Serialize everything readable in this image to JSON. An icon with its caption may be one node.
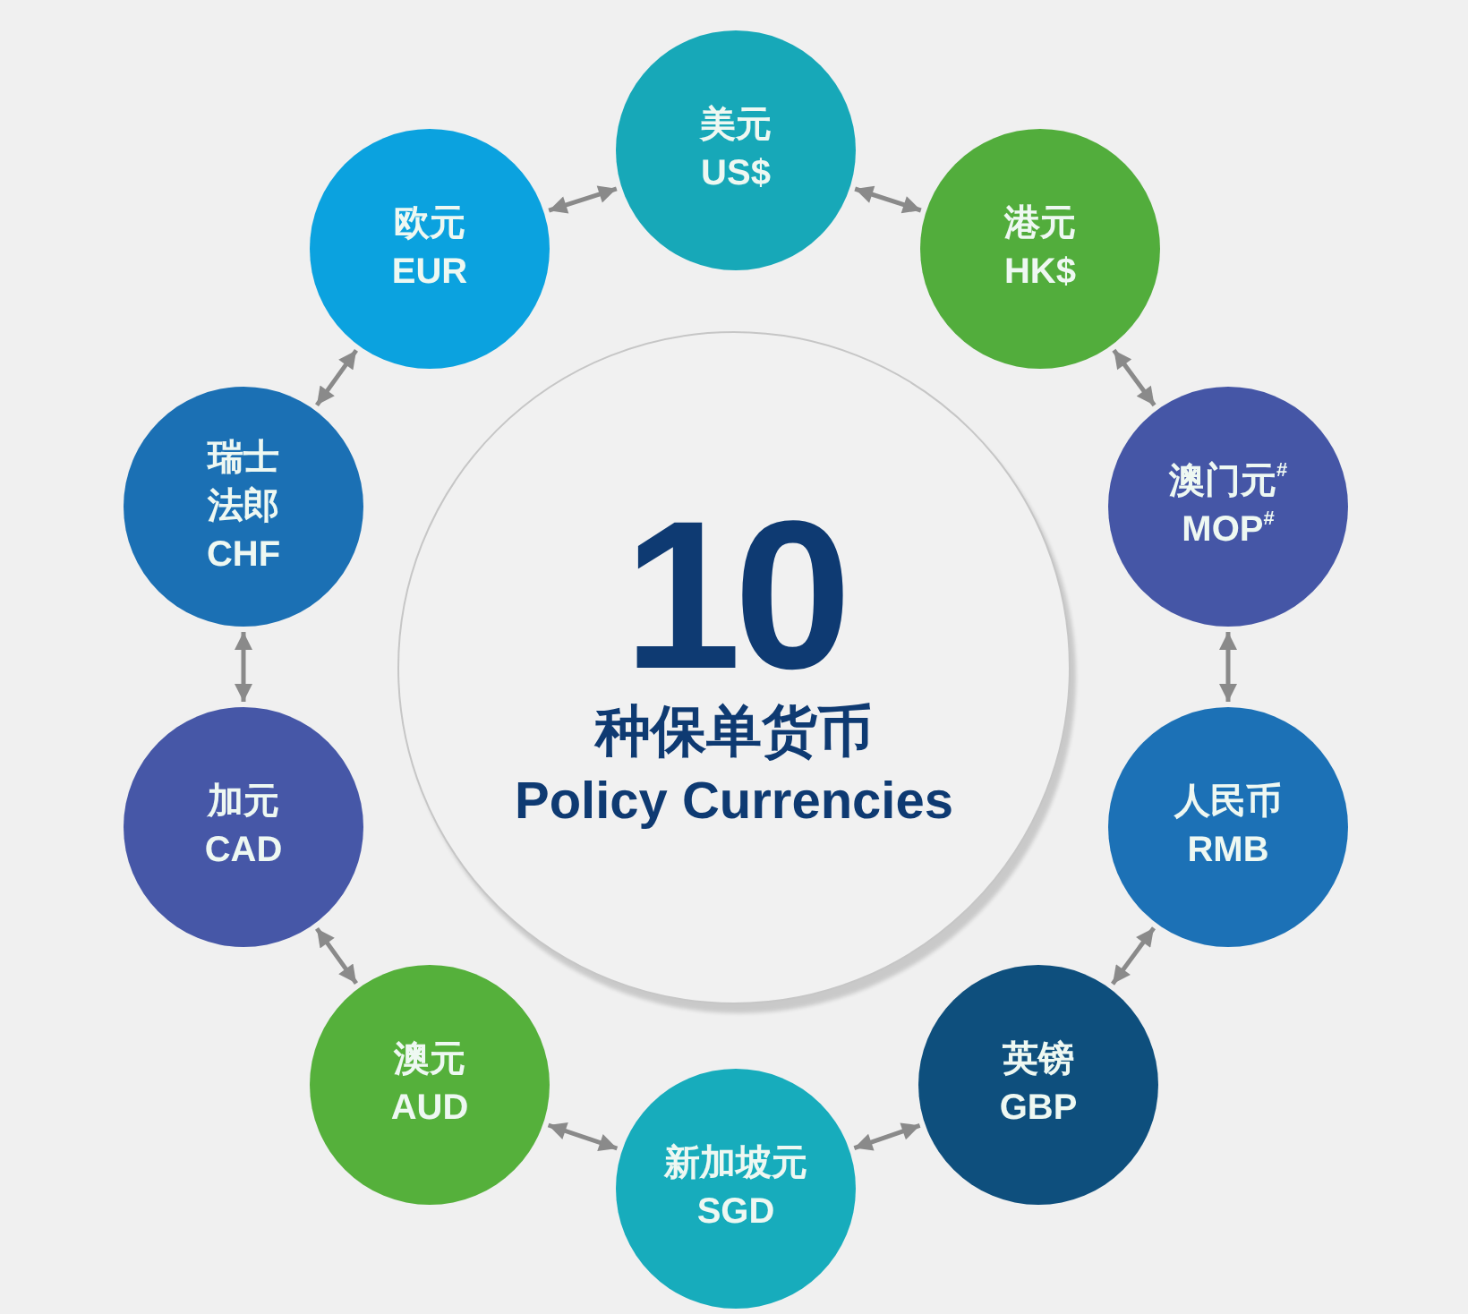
{
  "diagram": {
    "nodes": [
      {
        "text": [
          "10",
          "种保单货币",
          "Policy Currencies"
        ]
      },
      {
        "text": [
          "美元",
          "US$"
        ]
      },
      {
        "text": [
          "港元",
          "HK$"
        ]
      },
      {
        "text": [
          "澳门元$^{#}$",
          "MOP$^{#}$"
        ]
      },
      {
        "text": [
          "人民币",
          "RMB"
        ]
      },
      {
        "text": [
          "英镑",
          "GBP"
        ]
      },
      {
        "text": [
          "新加坡元",
          "SGD"
        ]
      },
      {
        "text": [
          "澳元",
          "AUD"
        ]
      },
      {
        "text": [
          "加元",
          "CAD"
        ]
      },
      {
        "text": [
          "瑞士法郎",
          "CHF"
        ]
      },
      {
        "text": [
          "欧元",
          "EUR"
        ]
      }
    ],
    "edges": [
      {
        "from": 1,
        "to": 2,
        "arrow": "both"
      },
      {
        "from": 2,
        "to": 3,
        "arrow": "both"
      },
      {
        "from": 3,
        "to": 4,
        "arrow": "both"
      },
      {
        "from": 4,
        "to": 5,
        "arrow": "both"
      },
      {
        "from": 5,
        "to": 6,
        "arrow": "both"
      },
      {
        "from": 6,
        "to": 7,
        "arrow": "both"
      },
      {
        "from": 7,
        "to": 8,
        "arrow": "both"
      },
      {
        "from": 8,
        "to": 9,
        "arrow": "both"
      },
      {
        "from": 9,
        "to": 10,
        "arrow": "both"
      },
      {
        "from": 10,
        "to": 1,
        "arrow": "both"
      }
    ]
  }
}
